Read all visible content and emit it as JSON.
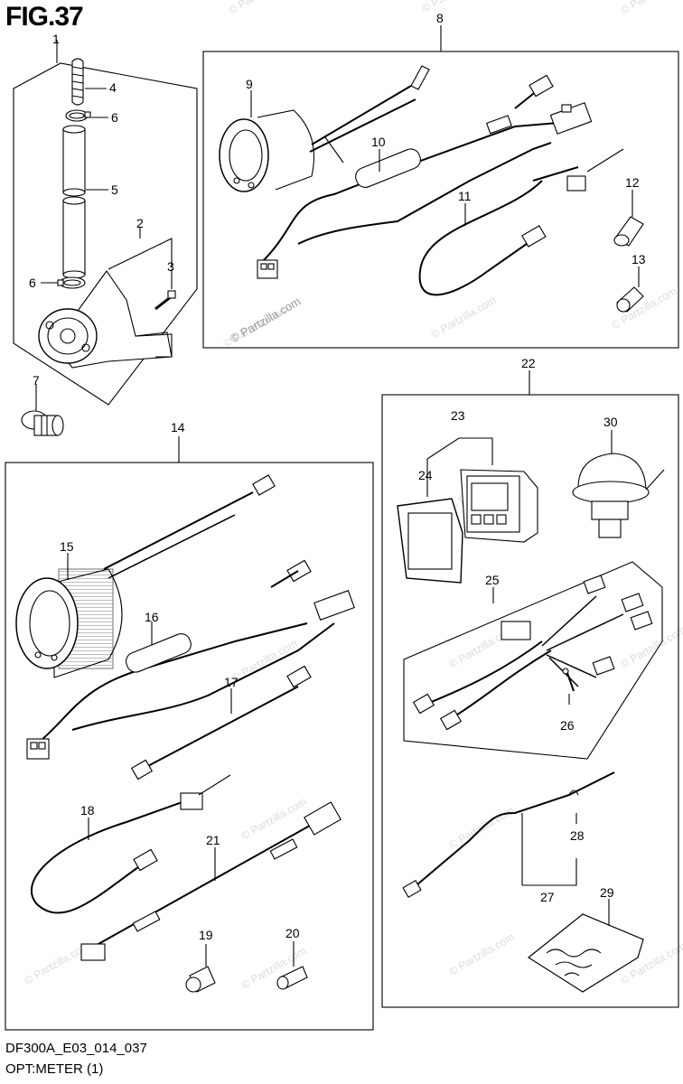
{
  "figure": {
    "title": "FIG.37",
    "code": "DF300A_E03_014_037",
    "name": "OPT:METER (1)",
    "watermark": "© Partzilla.com"
  },
  "callouts": [
    "1",
    "2",
    "3",
    "4",
    "5",
    "6",
    "6",
    "7",
    "8",
    "9",
    "10",
    "11",
    "12",
    "13",
    "14",
    "15",
    "16",
    "17",
    "18",
    "19",
    "20",
    "21",
    "22",
    "23",
    "24",
    "25",
    "26",
    "27",
    "28",
    "29",
    "30"
  ],
  "parts": [
    {
      "id": "speedo-pickup-assembly",
      "ref": "1"
    },
    {
      "id": "pitot-housing",
      "ref": "2"
    },
    {
      "id": "screw",
      "ref": "3"
    },
    {
      "id": "pitot-tube-tip",
      "ref": "4"
    },
    {
      "id": "pitot-hose",
      "ref": "5"
    },
    {
      "id": "hose-clamp",
      "ref": "6"
    },
    {
      "id": "plug",
      "ref": "7"
    },
    {
      "id": "water-pressure-gauge-set",
      "ref": "8"
    },
    {
      "id": "gauge",
      "ref": "9"
    },
    {
      "id": "gauge-harness",
      "ref": "10"
    },
    {
      "id": "sensor-cable",
      "ref": "11"
    },
    {
      "id": "connector-cap-a",
      "ref": "12"
    },
    {
      "id": "connector-cap-b",
      "ref": "13"
    },
    {
      "id": "tachometer-set",
      "ref": "14"
    },
    {
      "id": "tachometer",
      "ref": "15"
    },
    {
      "id": "tach-harness",
      "ref": "16"
    },
    {
      "id": "network-cable",
      "ref": "17"
    },
    {
      "id": "power-cable",
      "ref": "18"
    },
    {
      "id": "terminator-a",
      "ref": "19"
    },
    {
      "id": "terminator-b",
      "ref": "20"
    },
    {
      "id": "hub-cable",
      "ref": "21"
    },
    {
      "id": "multi-function-display-set",
      "ref": "22"
    },
    {
      "id": "display-unit",
      "ref": "23"
    },
    {
      "id": "display-cover",
      "ref": "24"
    },
    {
      "id": "display-harness",
      "ref": "25"
    },
    {
      "id": "harness-screw",
      "ref": "26"
    },
    {
      "id": "gps-cable",
      "ref": "27"
    },
    {
      "id": "cable-clamp",
      "ref": "28"
    },
    {
      "id": "parts-bag",
      "ref": "29"
    },
    {
      "id": "gps-antenna",
      "ref": "30"
    }
  ]
}
